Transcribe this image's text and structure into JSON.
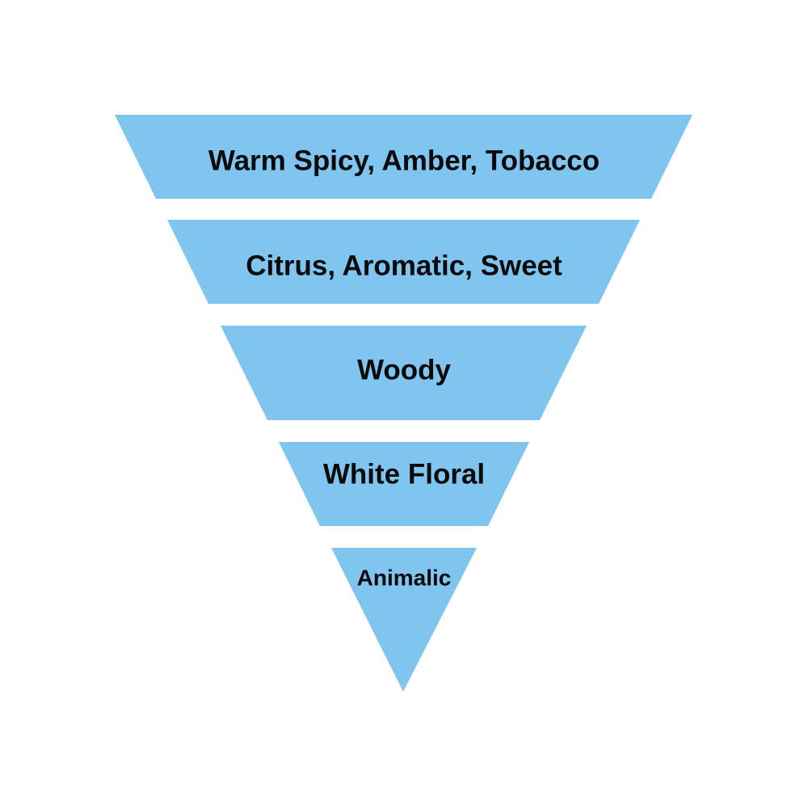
{
  "diagram": {
    "type": "inverted-pyramid",
    "fill_color": "#7fc5f0",
    "text_color": "#0a0a0a",
    "tiers": [
      {
        "label": "Warm Spicy, Amber, Tobacco"
      },
      {
        "label": "Citrus, Aromatic, Sweet"
      },
      {
        "label": "Woody"
      },
      {
        "label": "White Floral"
      },
      {
        "label": "Animalic"
      }
    ]
  }
}
